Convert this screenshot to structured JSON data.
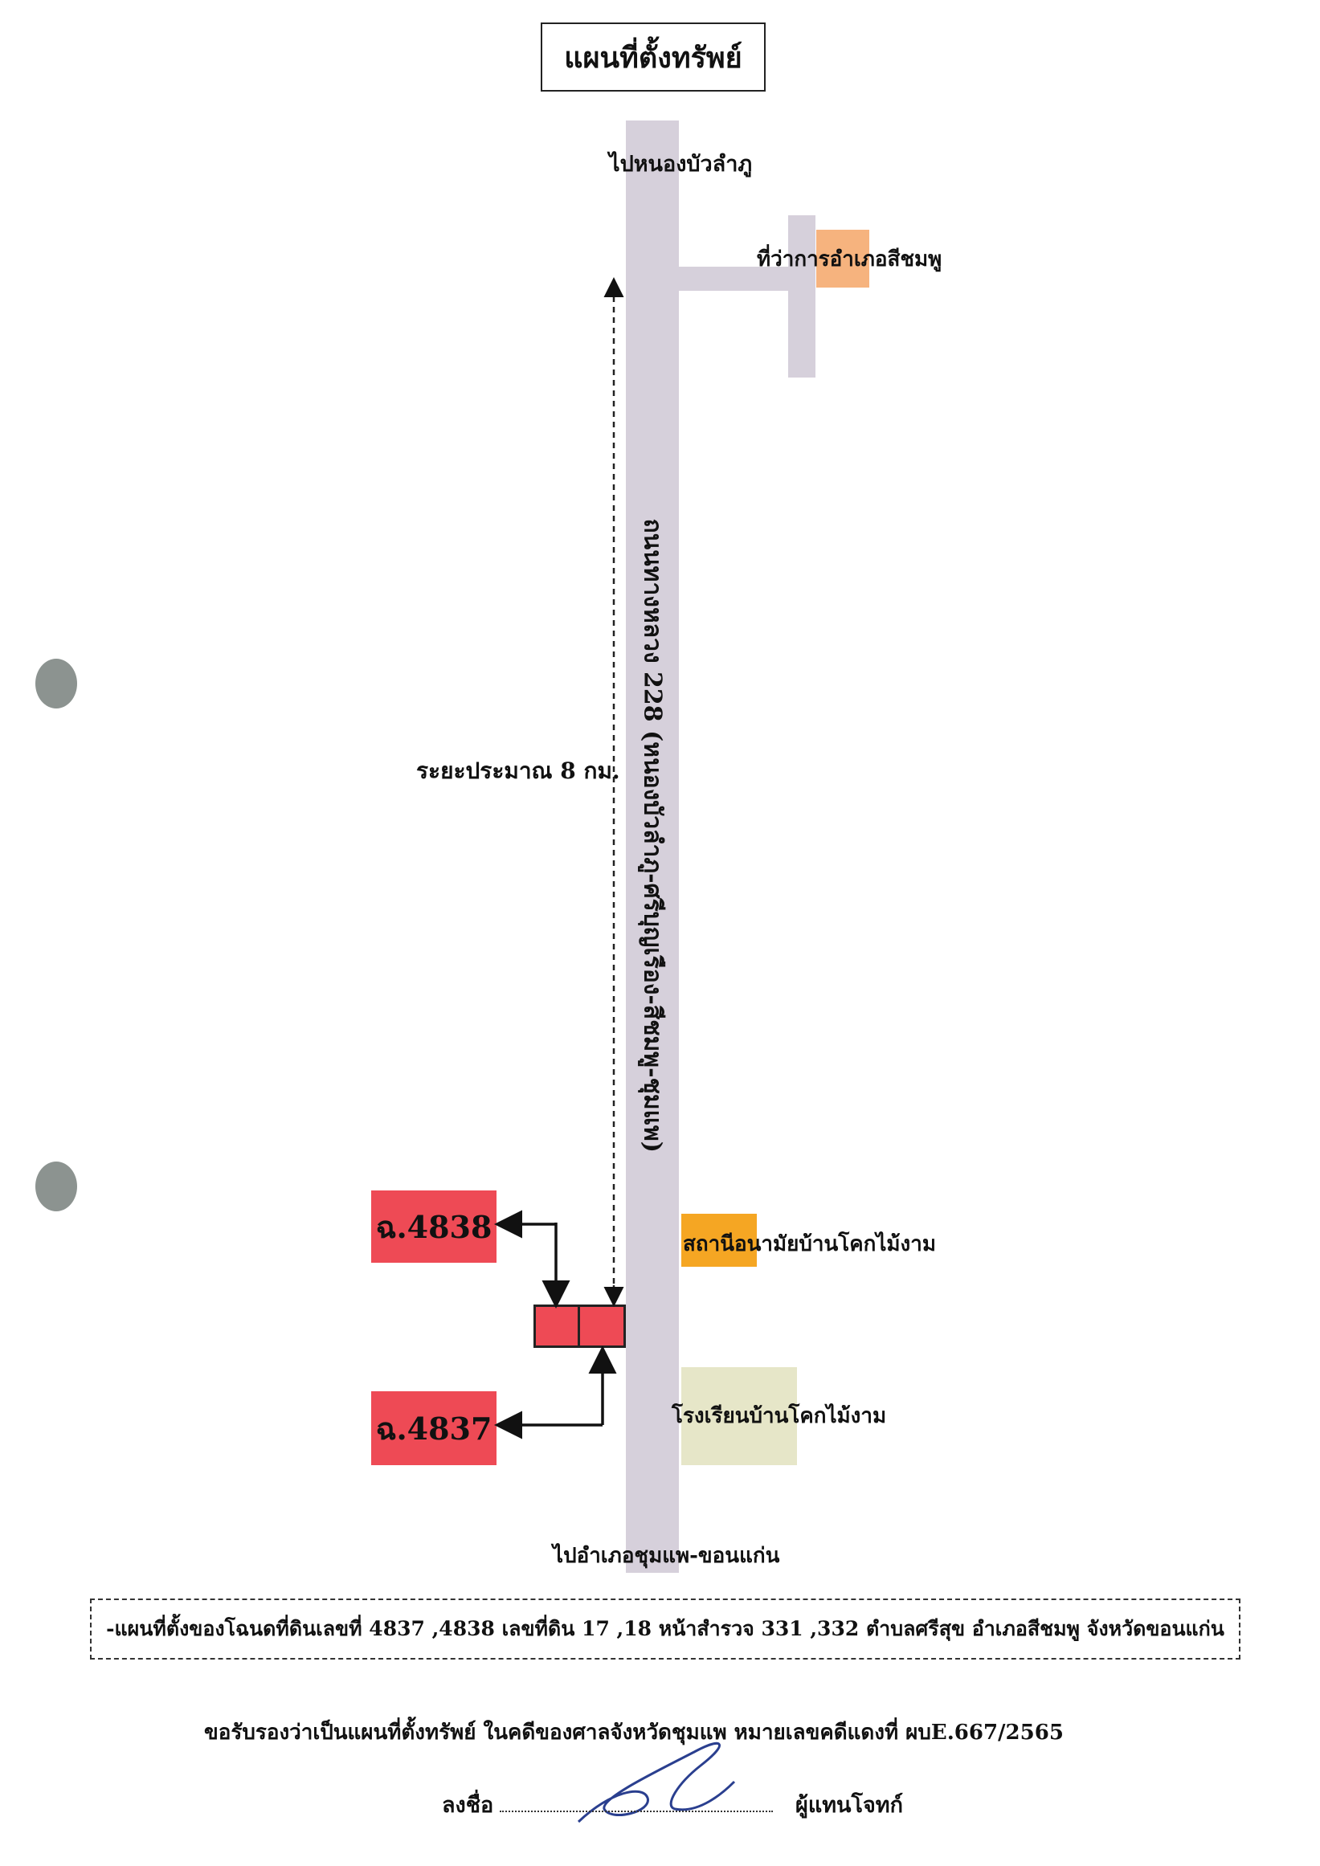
{
  "title": "แผนที่ตั้งทรัพย์",
  "road": {
    "top_label": "ไปหนองบัวลำภู",
    "bottom_label": "ไปอำเภอชุมแพ-ขอนแก่น",
    "name": "ถนนทางหลวง 228 (หนองบัวลำภู-ศรีบุญเรือง-สีชมพู-ชุมแพ)"
  },
  "distance_label": "ระยะประมาณ 8 กม.",
  "landmarks": {
    "district_office": "ที่ว่าการอำเภอสีชมพู",
    "health_station": "สถานีอนามัยบ้านโคกไม้งาม",
    "school": "โรงเรียนบ้านโคกไม้งาม"
  },
  "parcels": [
    {
      "label": "ฉ.4838"
    },
    {
      "label": "ฉ.4837"
    }
  ],
  "note": "-แผนที่ตั้งของโฉนดที่ดินเลขที่ 4837 ,4838 เลขที่ดิน 17 ,18 หน้าสำรวจ 331 ,332 ตำบลศรีสุข อำเภอสีชมพู จังหวัดขอนแก่น",
  "certify": "ขอรับรองว่าเป็นแผนที่ตั้งทรัพย์ ในคดีของศาลจังหวัดชุมแพ หมายเลขคดีแดงที่ ผบE.667/2565",
  "signature": {
    "prefix": "ลงชื่อ",
    "suffix": "ผู้แทนโจทก์"
  },
  "colors": {
    "road": "#d6d0db",
    "parcel": "#ee4a55",
    "district_office": "#f6b37e",
    "health_station": "#f5a623",
    "school": "#e6e6c8",
    "signature_ink": "#2a3f8f"
  }
}
